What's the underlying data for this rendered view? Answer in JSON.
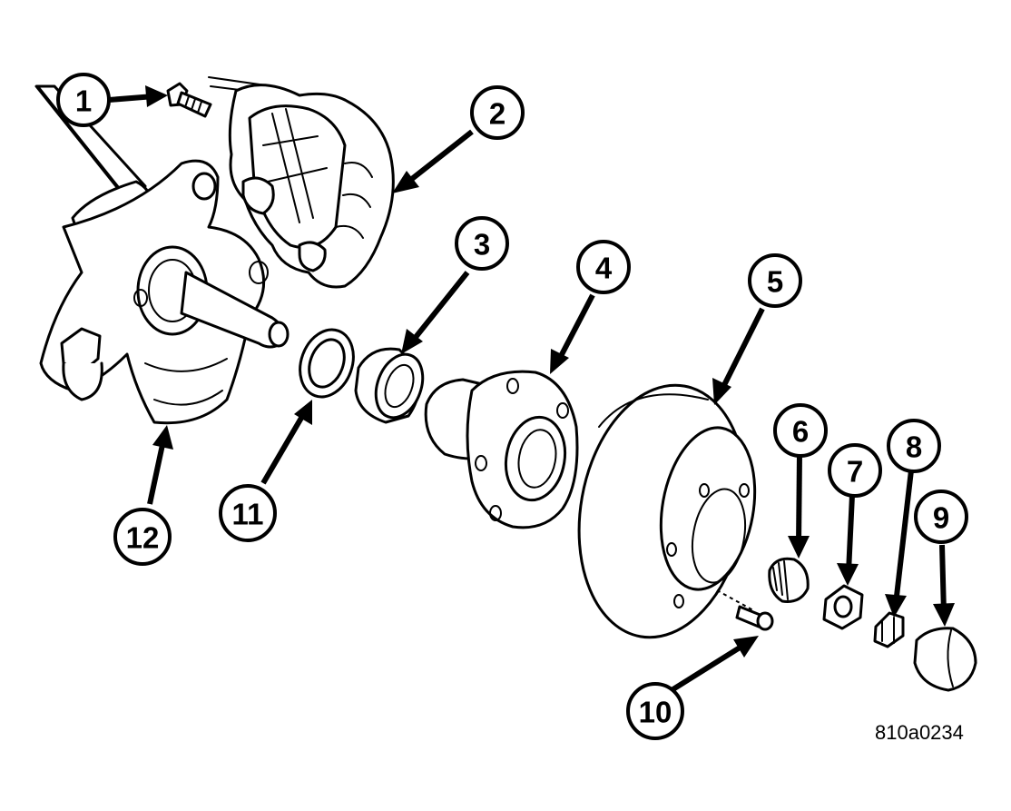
{
  "figure_code": "810a0234",
  "callouts": [
    {
      "id": "1",
      "label": "1"
    },
    {
      "id": "2",
      "label": "2"
    },
    {
      "id": "3",
      "label": "3"
    },
    {
      "id": "4",
      "label": "4"
    },
    {
      "id": "5",
      "label": "5"
    },
    {
      "id": "6",
      "label": "6"
    },
    {
      "id": "7",
      "label": "7"
    },
    {
      "id": "8",
      "label": "8"
    },
    {
      "id": "9",
      "label": "9"
    },
    {
      "id": "10",
      "label": "10"
    },
    {
      "id": "11",
      "label": "11"
    },
    {
      "id": "12",
      "label": "12"
    }
  ]
}
